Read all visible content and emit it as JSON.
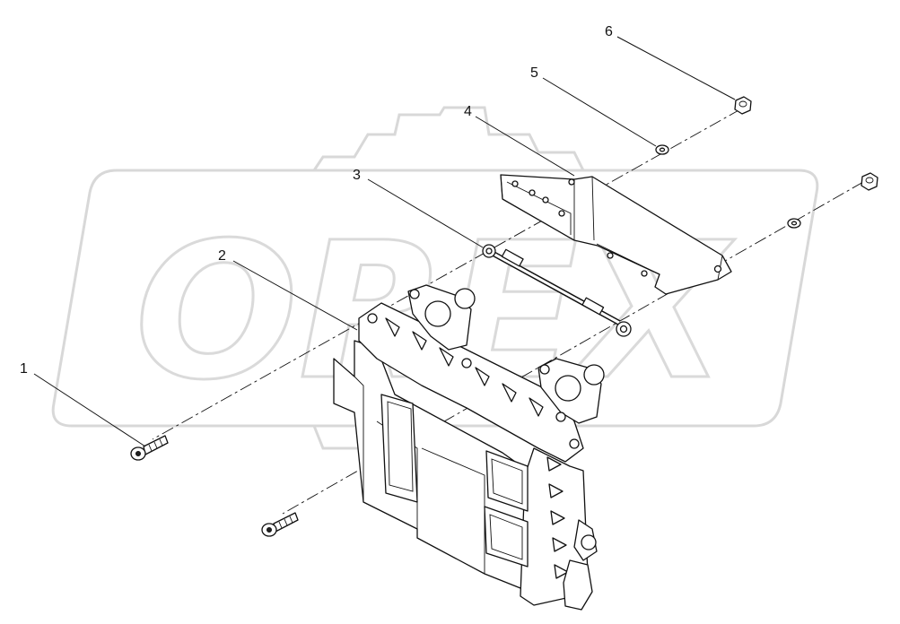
{
  "diagram": {
    "title": "",
    "corner_mark": "",
    "watermark": "OREX",
    "callouts": [
      {
        "id": "1",
        "label": "1"
      },
      {
        "id": "2",
        "label": "2"
      },
      {
        "id": "3",
        "label": "3"
      },
      {
        "id": "4",
        "label": "4"
      },
      {
        "id": "5",
        "label": "5"
      },
      {
        "id": "6",
        "label": "6"
      }
    ]
  }
}
